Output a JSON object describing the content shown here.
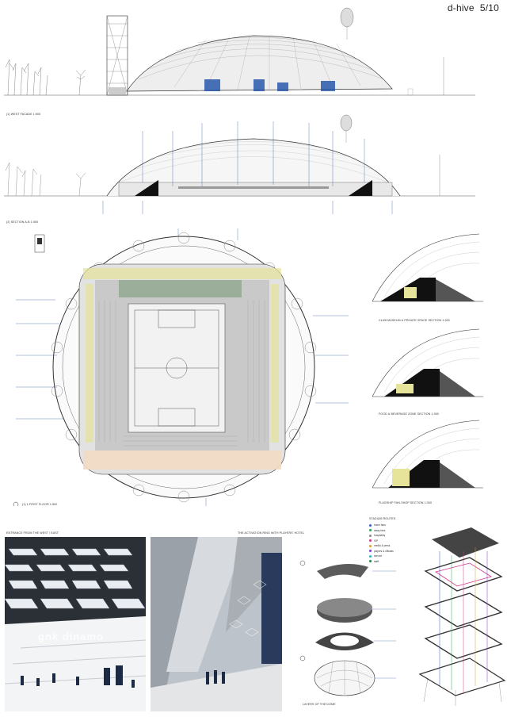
{
  "header": {
    "brand": "d-hive",
    "page": "5/10"
  },
  "captions": {
    "elevation": "(1) WEST FACADE 1:500",
    "section": "(2) SECTION A-B 1:500",
    "plan": "(1) 1.FIRST FLOOR 1:500",
    "club_museum": "CLUB MUSEUM & PRIVATE SPACE SECTION 1:300",
    "food_bev": "FOOD & BEVERAGE ZONE SECTION 1:300",
    "flagship": "FLAGSHIP FAN-SHOP SECTION 1:300",
    "entrance": "ENTRANCE FROM THE WEST / EAST",
    "activation": "THE ACTIVATION RING WITH PLAYERS' HOTEL",
    "layers": "LAYERS OF THE DOME",
    "routes": "STADIUM ROUTES"
  },
  "photo_text": {
    "logo": "gnk dinamo"
  },
  "legend": [
    {
      "label": "home fans",
      "color": "#3b5bd6"
    },
    {
      "label": "away fans",
      "color": "#2aa84a"
    },
    {
      "label": "hospitality",
      "color": "#8a8a8a"
    },
    {
      "label": "VIP",
      "color": "#d6338a"
    },
    {
      "label": "media & press",
      "color": "#e39b2a"
    },
    {
      "label": "players & officials",
      "color": "#7a3bd6"
    },
    {
      "label": "service",
      "color": "#2ab7c9"
    },
    {
      "label": "staff",
      "color": "#1b8a3b"
    }
  ],
  "colors": {
    "accent_blue": "#1c4fa8",
    "pitch": "#f2f2f2",
    "seat_grey": "#bfbfbf",
    "yellow_zone": "#e6e39a",
    "peach_zone": "#f3dcc4"
  }
}
